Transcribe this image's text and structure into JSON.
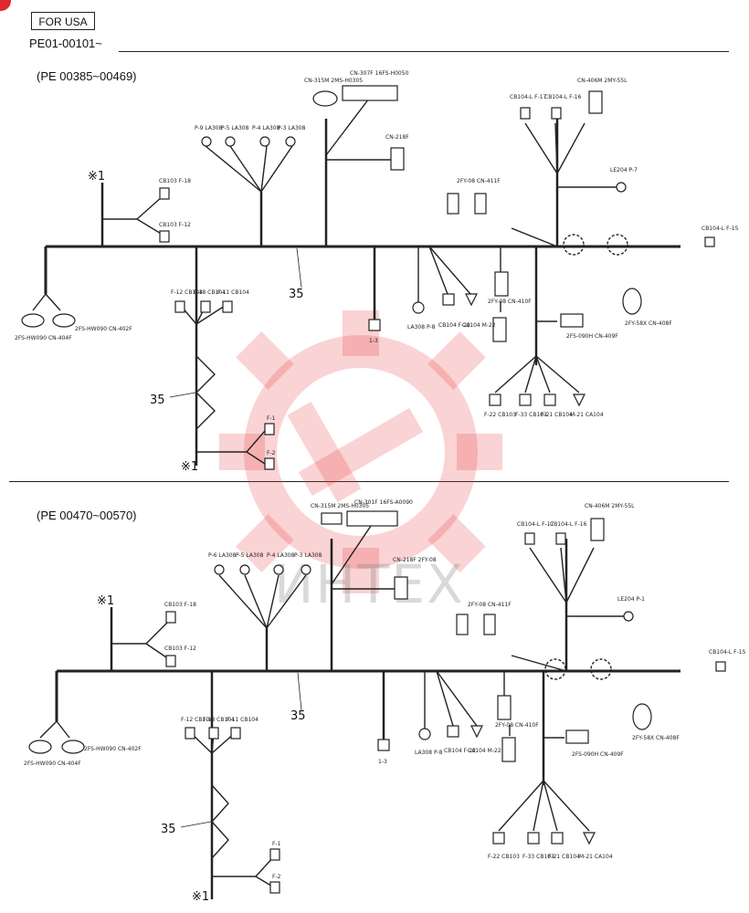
{
  "header": {
    "region": "FOR USA",
    "serial": "PE01-00101~"
  },
  "sections": [
    {
      "range": "(PE 00385~00469)",
      "callout": "35",
      "mark": "※1",
      "top_connectors": {
        "left": "CN-315M 2MS-H0305",
        "right": "CN-307F 16FS-H0050"
      },
      "cn_218": "CN-218F",
      "cn_406": "CN-406M 2MY-55L",
      "earth": [
        "P-9 LA308",
        "P-5 LA308",
        "P-4 LA308",
        "P-3 LA308"
      ],
      "right_top": [
        "CB104-L F-17",
        "CB104-L F-16"
      ],
      "le": "LE204 P-7",
      "right_end": "CB104-L F-15",
      "cb_left": [
        "CB103 F-18",
        "CB103 F-12"
      ],
      "left_end": [
        "2FS-HW090 CN-404F",
        "2FS-HW090 CN-402F"
      ],
      "drop_pack": [
        "F-12 CB104",
        "F-18 CB104",
        "F-11 CB104"
      ],
      "bottom_pair": [
        "F-1",
        "F-2"
      ],
      "mid_drops": [
        "1-3",
        "LA308 P-8",
        "CB104 F-22",
        "CA104 M-22"
      ],
      "cn_411": "2FY-08 CN-411F",
      "cn_410": "2FY-08 CN-410F",
      "cn_409": "2FS-090H CN-409F",
      "cn_408": "2FY-58X CN-408F",
      "bottom_right": [
        "F-22 CB103",
        "F-33 CB103",
        "F-21 CB104",
        "M-21 CA104"
      ]
    },
    {
      "range": "(PE 00470~00570)",
      "callout": "35",
      "mark": "※1",
      "top_connectors": {
        "left": "CN-315M 2MS-H0305",
        "right": "CN-301F 16FS-A0090"
      },
      "cn_218": "CN-218F 2FY-08",
      "cn_406": "CN-406M 2MY-55L",
      "earth": [
        "P-6 LA308",
        "P-5 LA308",
        "P-4 LA308",
        "P-3 LA308"
      ],
      "right_top": [
        "CB104-L F-17",
        "CB104-L F-16"
      ],
      "le": "LE204 P-1",
      "right_end": "CB104-L F-15",
      "cb_left": [
        "CB103 F-18",
        "CB103 F-12"
      ],
      "left_end": [
        "2FS-HW090 CN-404F",
        "2FS-HW090 CN-402F"
      ],
      "drop_pack": [
        "F-12 CB104",
        "F-18 CB104",
        "F-11 CB104"
      ],
      "bottom_pair": [
        "F-1",
        "F-2"
      ],
      "mid_drops": [
        "1-3",
        "LA308 P-8",
        "CB104 F-22",
        "CA104 M-22"
      ],
      "cn_411": "2FY-08 CN-411F",
      "cn_410": "2FY-08 CN-410F",
      "cn_409": "2FS-090H CN-409F",
      "cn_408": "2FY-58X CN-408F",
      "bottom_right": [
        "F-22 CB103",
        "F-33 CB103",
        "F-21 CB104",
        "M-21 CA104"
      ]
    }
  ],
  "watermark": {
    "text": "ИНТЕХ",
    "color": "#e8383d"
  }
}
